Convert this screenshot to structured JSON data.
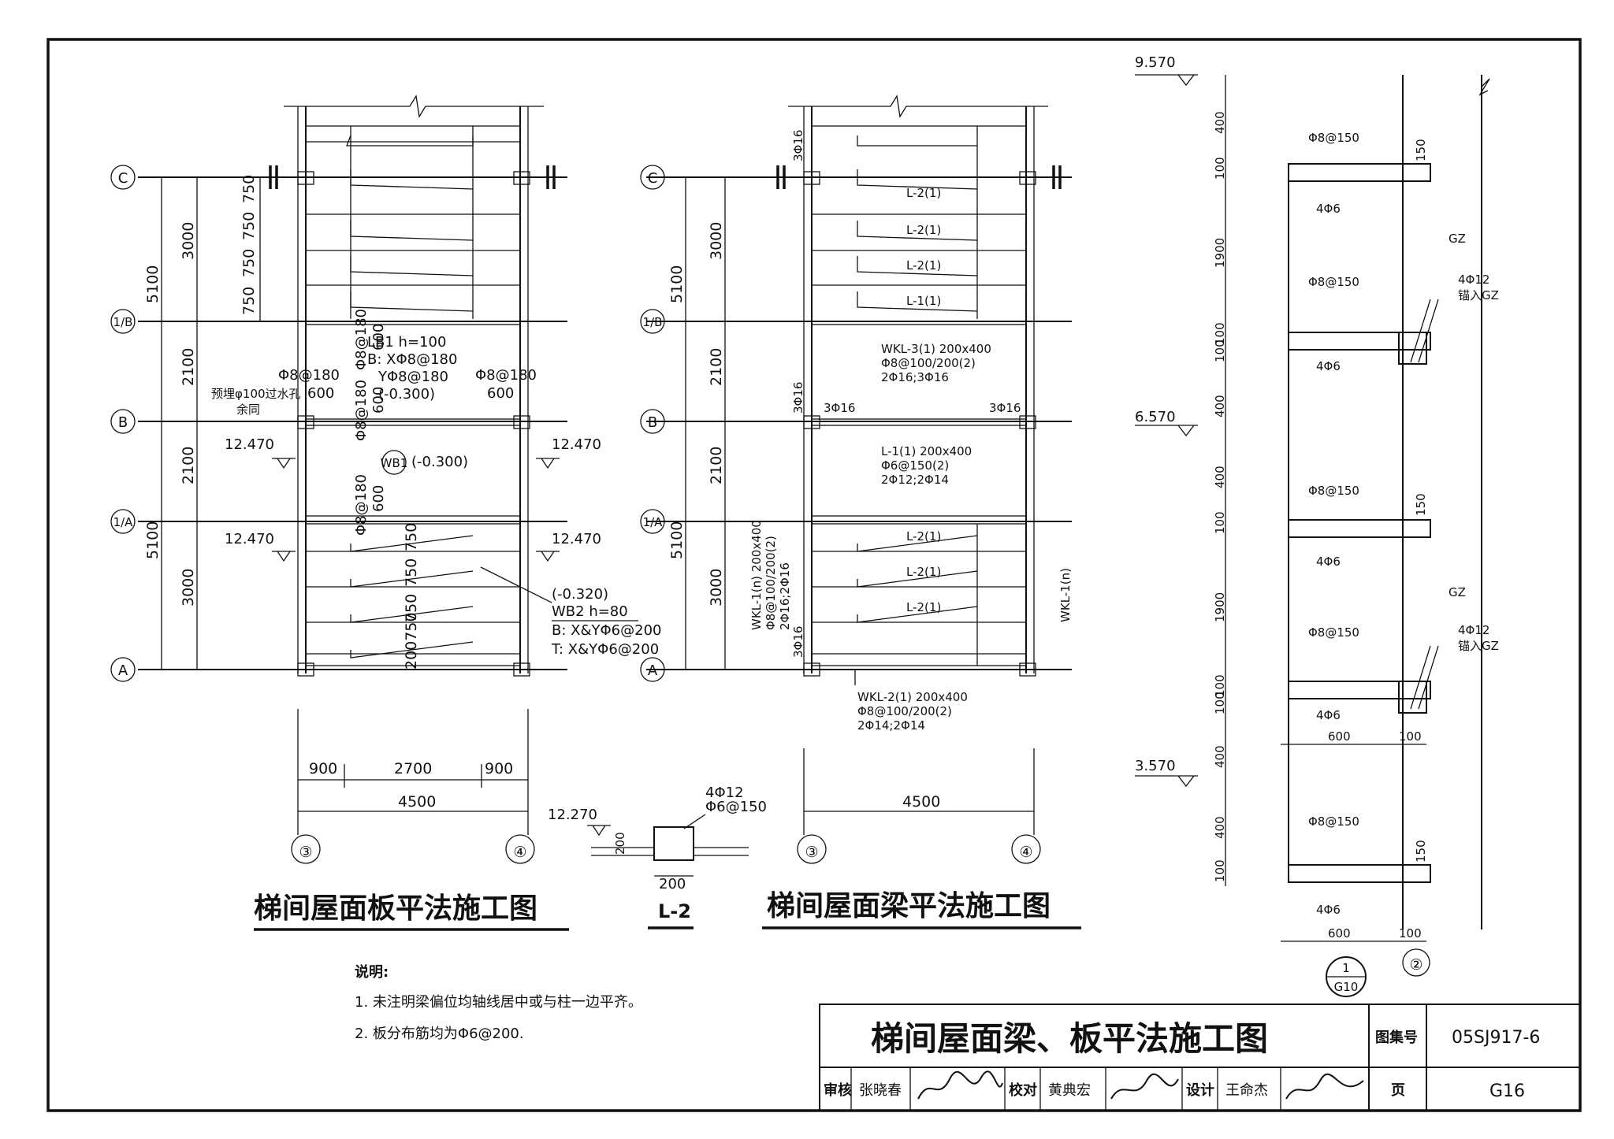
{
  "axes": {
    "C": "C",
    "1B": "1/B",
    "B": "B",
    "1A": "1/A",
    "A": "A",
    "col3": "③",
    "col4": "④",
    "col2": "②"
  },
  "slab_plan": {
    "title": "梯间屋面板平法施工图",
    "dims_v": [
      "3000",
      "5100",
      "2100",
      "2100",
      "5100",
      "3000"
    ],
    "stair_dims": [
      "750",
      "750",
      "750",
      "750"
    ],
    "stair_dims_low": [
      "750",
      "750",
      "750",
      "200750"
    ],
    "dims_h": [
      "900",
      "2700",
      "900"
    ],
    "total": "4500",
    "elev": "12.470",
    "lb1": [
      "LB1 h=100",
      "B: XΦ8@180",
      "YΦ8@180",
      "(-0.300)"
    ],
    "rebar_top": "Φ8@180",
    "rebar_600": "600",
    "drain_note": "预埋φ100过水孔",
    "drain_note2": "余同",
    "wb1_tag": "WB1",
    "wb1_label": "(-0.300)",
    "wb2": [
      "(-0.320)",
      "WB2 h=80",
      "B: X&YΦ6@200",
      "T: X&YΦ6@200"
    ]
  },
  "beam_plan": {
    "title": "梯间屋面梁平法施工图",
    "dims_v": [
      "3000",
      "5100",
      "2100",
      "2100",
      "5100",
      "3000"
    ],
    "total": "4500",
    "l2_tags": [
      "L-2(1)",
      "L-2(1)",
      "L-2(1)",
      "L-1(1)",
      "L-2(1)",
      "L-2(1)",
      "L-2(1)"
    ],
    "wkl3": [
      "WKL-3(1) 200x400",
      "Φ8@100/200(2)",
      "2Φ16;3Φ16"
    ],
    "l1": [
      "L-1(1) 200x400",
      "Φ6@150(2)",
      "2Φ12;2Φ14"
    ],
    "wkl2": [
      "WKL-2(1) 200x400",
      "Φ8@100/200(2)",
      "2Φ14;2Φ14"
    ],
    "wkl1n": "WKL-1(n)",
    "wkl1_left": [
      "WKL-1(n) 200x400",
      "Φ8@100/200(2)",
      "2Φ16;2Φ16"
    ],
    "rebar_3_16": "3Φ16"
  },
  "section_l2": {
    "name": "L-2",
    "elev": "12.270",
    "width": "200",
    "height": "200",
    "rebar1": "4Φ12",
    "rebar2": "Φ6@150"
  },
  "section_right": {
    "elev_top": "9.570",
    "elev_mid": "6.570",
    "elev_low": "3.570",
    "dims": [
      "400",
      "100",
      "1900",
      "100",
      "100",
      "400",
      "400",
      "100",
      "1900",
      "100",
      "100",
      "400",
      "400",
      "100"
    ],
    "rebar": "Φ8@150",
    "rebar_bot": "4Φ6",
    "gz": "GZ",
    "gz_rebar": "4Φ12",
    "gz_anchor": "锚入GZ",
    "dim150": "150",
    "width600": "600",
    "width100": "100",
    "detail_num": "1",
    "detail_sheet": "G10"
  },
  "notes": {
    "heading": "说明:",
    "items": [
      "1. 未注明梁偏位均轴线居中或与柱一边平齐。",
      "2. 板分布筋均为Φ6@200."
    ]
  },
  "title_block": {
    "main_title": "梯间屋面梁、板平法施工图",
    "atlas_label": "图集号",
    "atlas_no": "05SJ917-6",
    "page_label": "页",
    "page_no": "G16",
    "review_label": "审核",
    "reviewer": "张晓春",
    "check_label": "校对",
    "checker": "黄典宏",
    "design_label": "设计",
    "designer": "王命杰"
  }
}
